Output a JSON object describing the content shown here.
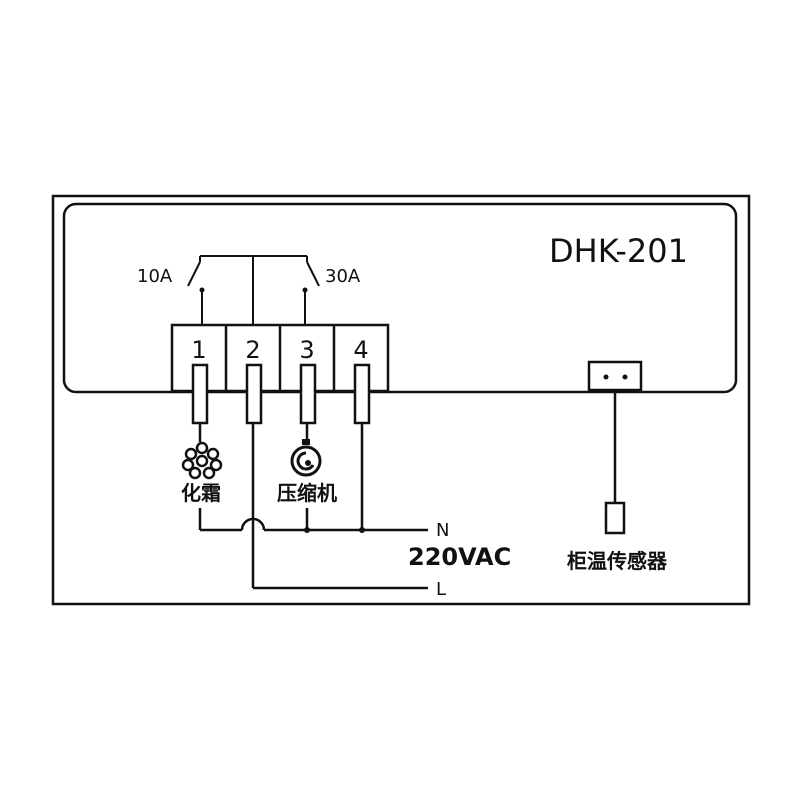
{
  "device": {
    "model": "DHK-201"
  },
  "relays": {
    "left_rating": "10A",
    "right_rating": "30A"
  },
  "terminals": [
    {
      "number": "1"
    },
    {
      "number": "2"
    },
    {
      "number": "3"
    },
    {
      "number": "4"
    }
  ],
  "loads": {
    "defrost": {
      "label": "化霜",
      "icon": "snowflake-heater-icon"
    },
    "compressor": {
      "label": "压缩机",
      "icon": "compressor-motor-icon"
    }
  },
  "power": {
    "neutral": "N",
    "line": "L",
    "voltage": "220VAC"
  },
  "sensor": {
    "label": "柜温传感器"
  },
  "colors": {
    "line": "#111111",
    "background": "#ffffff"
  }
}
